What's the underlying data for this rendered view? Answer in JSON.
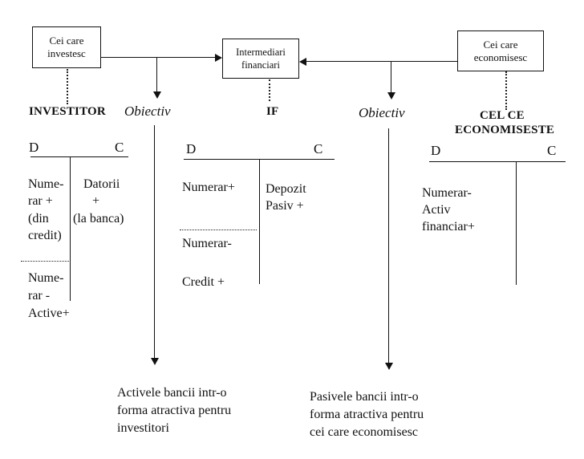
{
  "entities": {
    "investors_box": {
      "lines": [
        "Cei care",
        "investesc"
      ]
    },
    "intermediaries_box": {
      "lines": [
        "Intermediari",
        "financiari"
      ]
    },
    "savers_box": {
      "lines": [
        "Cei care",
        "economisesc"
      ]
    }
  },
  "labels": {
    "investitor": "INVESTITOR",
    "objective_left": "Obiectiv",
    "if": "IF",
    "objective_right": "Obiectiv",
    "saver": [
      "CEL CE",
      "ECONOMISESTE"
    ]
  },
  "t_accounts": {
    "investitor": {
      "debit_label": "D",
      "credit_label": "C",
      "debit_top": [
        "Nume-",
        "rar +",
        "(din",
        "credit)"
      ],
      "credit_top": [
        "Datorii",
        "+",
        "(la banca)"
      ],
      "debit_bottom": [
        "Nume-",
        "rar -",
        "Active+"
      ]
    },
    "if": {
      "debit_label": "D",
      "credit_label": "C",
      "debit_top": [
        "Numerar+"
      ],
      "credit_top": [
        "Depozit",
        "Pasiv +"
      ],
      "debit_bottom": [
        "Numerar-",
        "",
        "Credit +"
      ]
    },
    "saver": {
      "debit_label": "D",
      "credit_label": "C",
      "debit_top": [
        "Numerar-",
        "Activ",
        "financiar+"
      ]
    }
  },
  "outcomes": {
    "left": [
      "Activele bancii intr-o",
      "forma atractiva pentru",
      "investitori"
    ],
    "right": [
      "Pasivele bancii intr-o",
      "forma atractiva pentru",
      "cei care economisesc"
    ]
  }
}
